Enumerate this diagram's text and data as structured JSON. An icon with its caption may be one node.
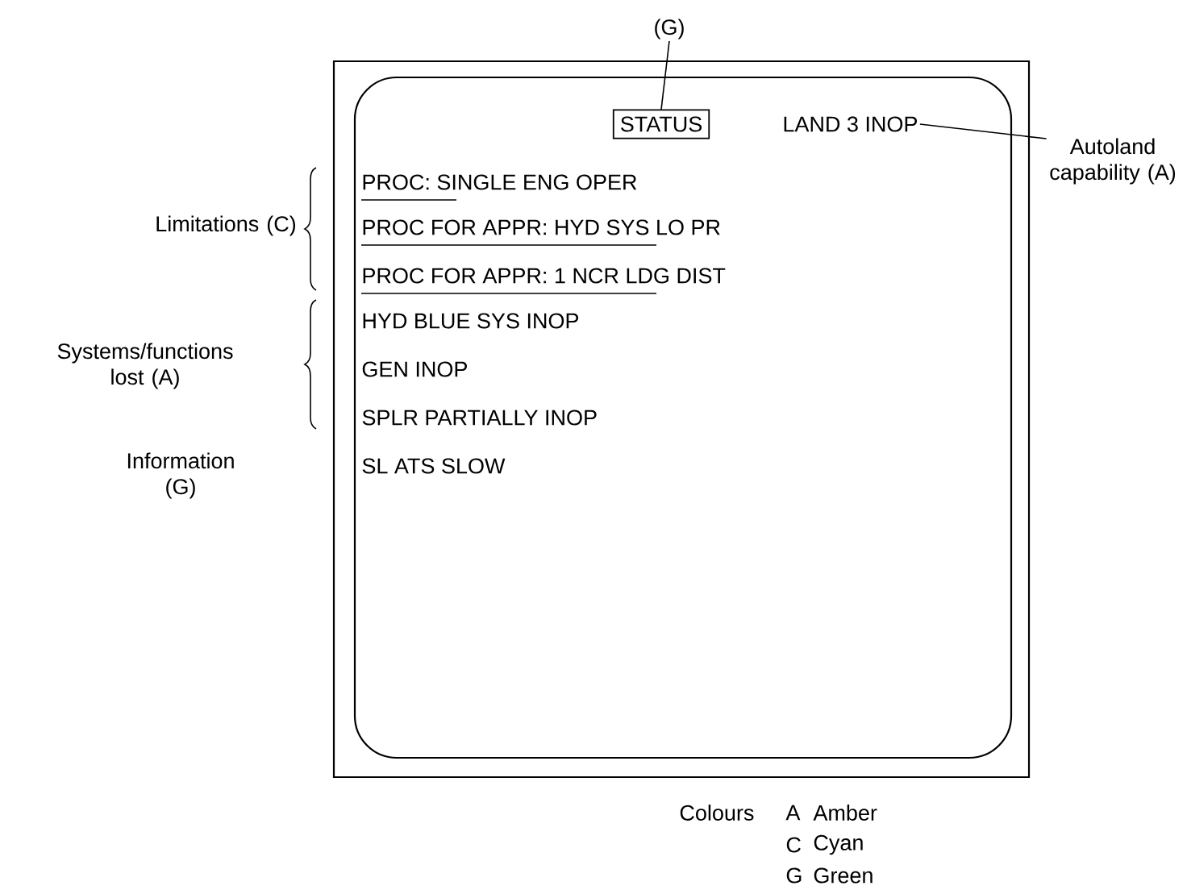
{
  "diagram": {
    "nodes": [
      {
        "text": [],
        "shape": "box"
      },
      {
        "text": [],
        "shape": "box",
        "in": 0
      },
      {
        "text": [
          "STATUS"
        ],
        "in": 1
      },
      {
        "text": [
          "(G)"
        ]
      },
      {
        "text": [
          "Autoland capability (A)"
        ]
      },
      {
        "text": [
          "LAND 3 INOP"
        ],
        "in": 1
      }
    ],
    "edges": [
      {
        "from": 3,
        "to": 2,
        "arrow": "none"
      },
      {
        "from": 4,
        "to": 5,
        "arrow": "none"
      }
    ],
    "labels": [
      "PROC: SINGLE ENG OPER",
      "Limitations (C)",
      "PROC FOR APPR: HYD SYS LO PR",
      "PROC FOR APPR: 1 NCR LDG DIST",
      "Systems/functions lost (A)",
      "HYD BLUE SYS INOP",
      "GEN INOP",
      "SPLR PARTIALLY INOP",
      "Information (G)",
      "SL ATS SLOW",
      "Colours",
      "A",
      "Amber",
      "C",
      "Cyan",
      "G",
      "Green"
    ]
  }
}
